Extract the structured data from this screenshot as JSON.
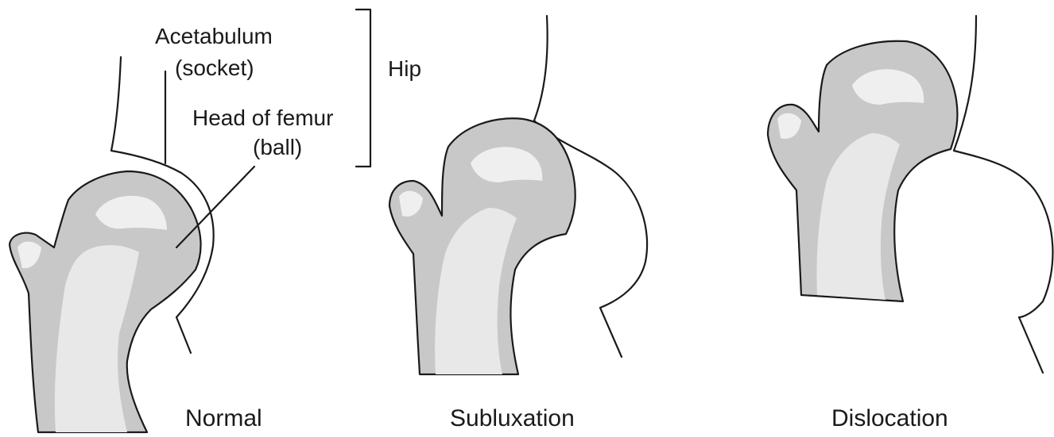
{
  "labels": {
    "acetabulum": "Acetabulum",
    "socket": "(socket)",
    "head_of_femur": "Head of femur",
    "ball": "(ball)",
    "hip": "Hip"
  },
  "captions": {
    "normal": "Normal",
    "subluxation": "Subluxation",
    "dislocation": "Dislocation"
  }
}
